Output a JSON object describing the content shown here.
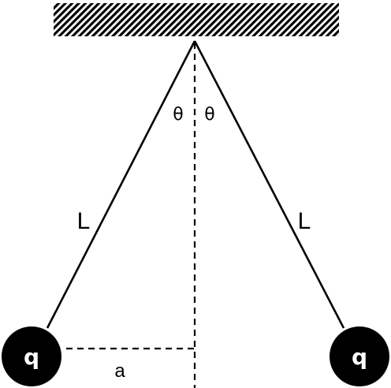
{
  "labels": {
    "angle_left": "θ",
    "angle_right": "θ",
    "length_left": "L",
    "length_right": "L",
    "charge_left": "q",
    "charge_right": "q",
    "separation_half": "a"
  },
  "colors": {
    "ink": "#000000",
    "background": "#ffffff",
    "charge_text": "#ffffff"
  }
}
